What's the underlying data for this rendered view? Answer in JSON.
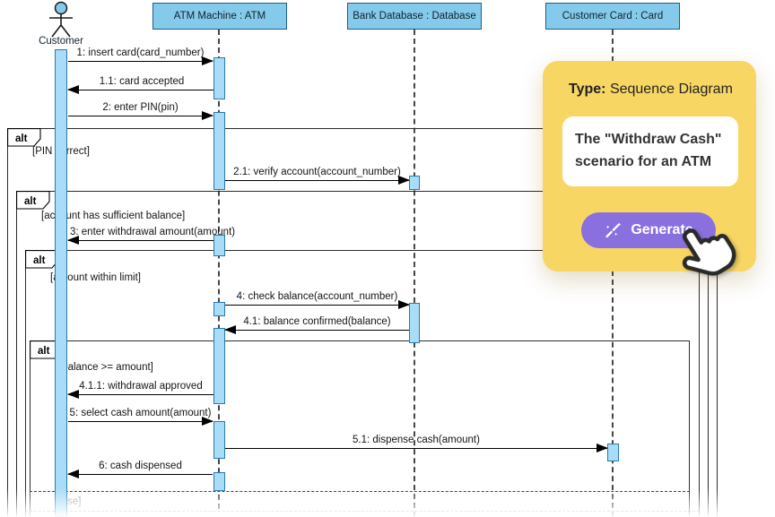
{
  "colors": {
    "card": "#F8D664",
    "button": "#8A70DE",
    "lifeline_fill": "#85CAEB",
    "lifeline_border": "#1F5E86",
    "activation_fill": "#A9DCF6",
    "activation_border": "#2879AE"
  },
  "diagram": {
    "actor": {
      "name": "Customer"
    },
    "lifelines": [
      {
        "label": "ATM Machine : ATM"
      },
      {
        "label": "Bank Database : Database"
      },
      {
        "label": "Customer Card : Card"
      }
    ],
    "fragments": [
      {
        "operator": "alt",
        "guard": "[PIN correct]"
      },
      {
        "operator": "alt",
        "guard": "[account has sufficient balance]"
      },
      {
        "operator": "alt",
        "guard": "[amount within limit]"
      },
      {
        "operator": "alt",
        "guard": "[balance >= amount]"
      }
    ],
    "else_label": "[else]",
    "messages": [
      {
        "label": "1: insert card(card_number)"
      },
      {
        "label": "1.1: card accepted"
      },
      {
        "label": "2: enter PIN(pin)"
      },
      {
        "label": "2.1: verify account(account_number)"
      },
      {
        "label": "3: enter withdrawal amount(amount)"
      },
      {
        "label": "4: check balance(account_number)"
      },
      {
        "label": "4.1: balance confirmed(balance)"
      },
      {
        "label": "4.1.1: withdrawal approved"
      },
      {
        "label": "5: select cash amount(amount)"
      },
      {
        "label": "5.1: dispense cash(amount)"
      },
      {
        "label": "6: cash dispensed"
      }
    ]
  },
  "overlay": {
    "type_label": "Type:",
    "type_value": "Sequence Diagram",
    "description": "The \"Withdraw Cash\" scenario for an ATM",
    "generate_label": "Generate"
  }
}
